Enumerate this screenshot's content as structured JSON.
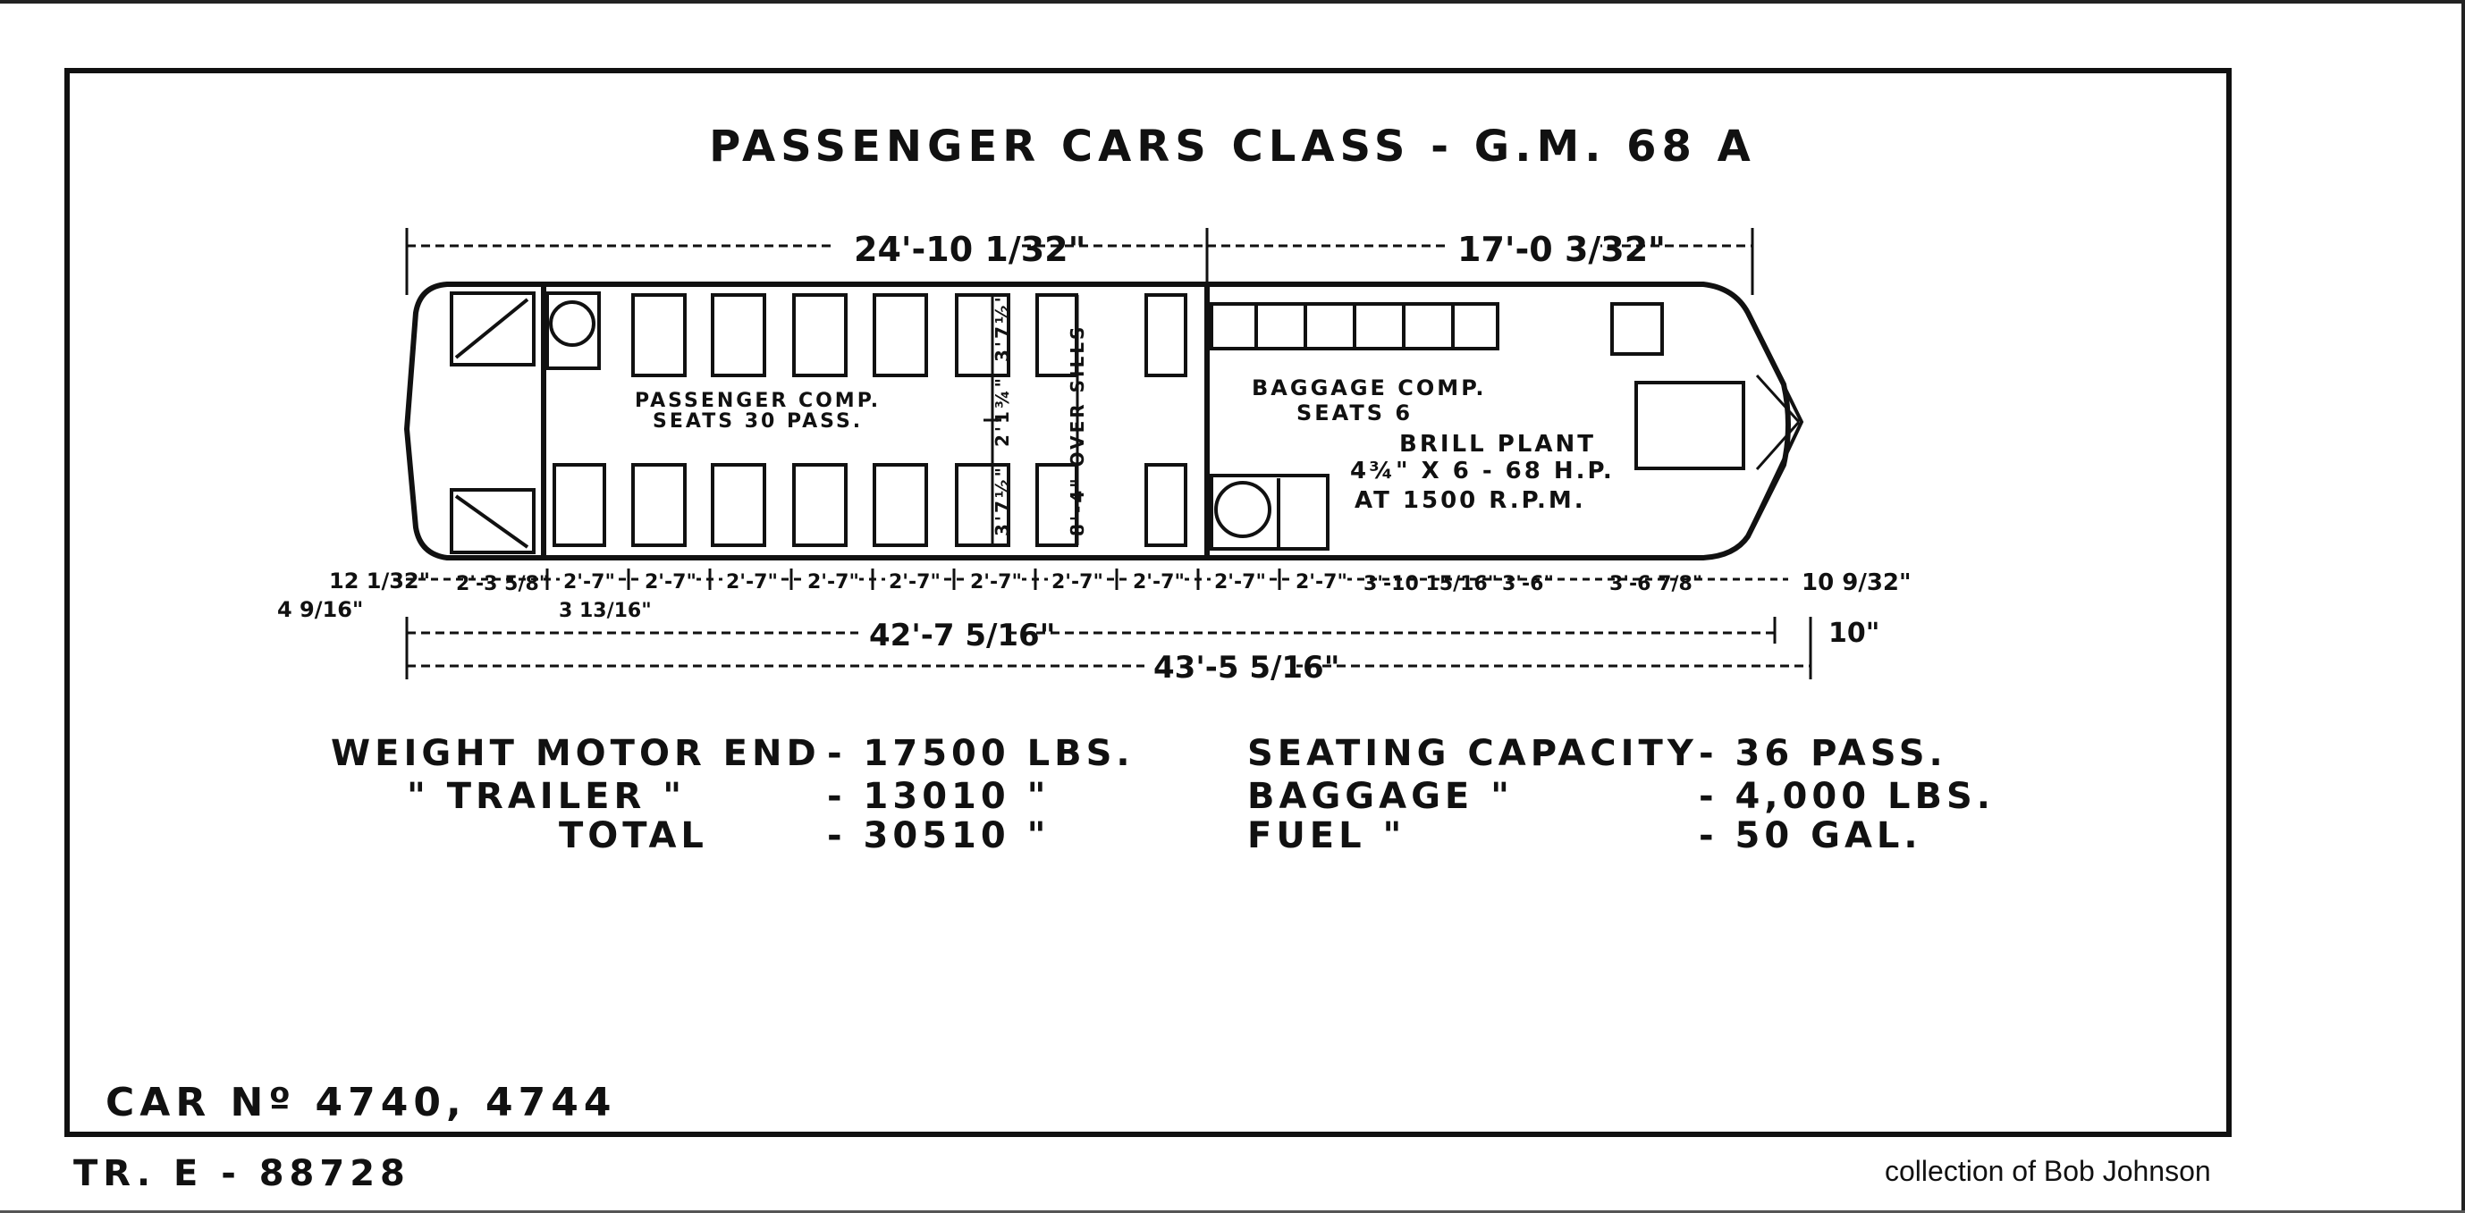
{
  "title": "PASSENGER   CARS   CLASS - G.M. 68 A",
  "plan_labels": {
    "passenger_comp": "PASSENGER  COMP.",
    "passenger_seats": "SEATS  30  PASS.",
    "baggage_comp": "BAGGAGE  COMP.",
    "baggage_seats": "SEATS  6",
    "engine_1": "BRILL  PLANT",
    "engine_2": "4¾\" X 6 - 68 H.P.",
    "engine_3": "AT  1500  R.P.M.",
    "vert_1": "3'7½\"",
    "vert_2": "2'1¾\"",
    "vert_3": "3'7½\"",
    "vert_4": "8'-4\" OVER SILLS"
  },
  "dimensions": {
    "passenger_len": "24'-10 1/32\"",
    "baggage_len": "17'-0 3/32\"",
    "left_overhang": "12 1/32\"",
    "left_small": "4 9/16\"",
    "first_bay": "2'-3 5/8\"",
    "door_gap": "3 13/16\"",
    "bay": "2'-7\"",
    "bay_count": 10,
    "bay_a": "3'-10 15/16\"",
    "bay_b": "3'-6\"",
    "bay_c": "3'-6 7/8\"",
    "right_overhang": "10 9/32\"",
    "over_body": "42'-7 5/16\"",
    "over_all": "43'-5 5/16\"",
    "nose": "10\""
  },
  "specs": {
    "left": [
      {
        "label": "WEIGHT  MOTOR  END",
        "value": "- 17500 LBS."
      },
      {
        "label": "\"      TRAILER  \"",
        "value": "- 13010   \""
      },
      {
        "label": "TOTAL",
        "value": "- 30510   \""
      }
    ],
    "right": [
      {
        "label": "SEATING  CAPACITY",
        "value": "- 36  PASS."
      },
      {
        "label": "BAGGAGE      \"",
        "value": "- 4,000  LBS."
      },
      {
        "label": "FUEL          \"",
        "value": "- 50  GAL."
      }
    ]
  },
  "car_no": "CAR  Nº  4740, 4744",
  "tr_no": "TR. E - 88728",
  "credit": "collection of Bob Johnson"
}
